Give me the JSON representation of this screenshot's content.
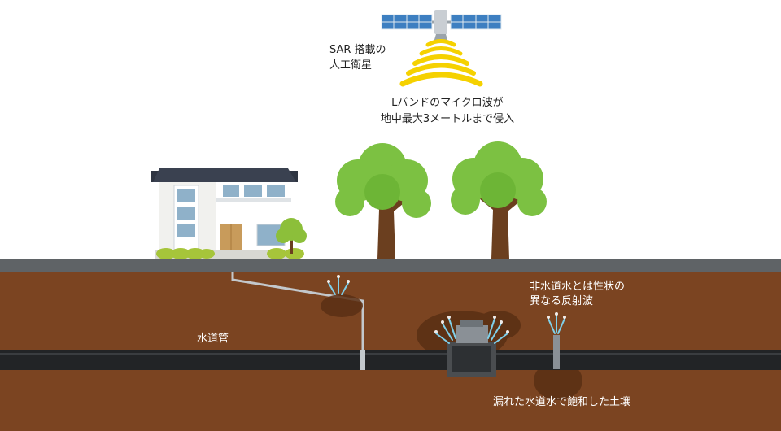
{
  "labels": {
    "satellite_line1": "SAR 搭載の",
    "satellite_line2": "人工衛星",
    "microwave_line1": "Lバンドのマイクロ波が",
    "microwave_line2": "地中最大3メートルまで侵入",
    "non_water_line1": "非水道水とは性状の",
    "non_water_line2": "異なる反射波",
    "water_pipe": "水道管",
    "saturated_soil": "漏れた水道水で飽和した土壌"
  },
  "colors": {
    "soil": "#7b4421",
    "soil_dark": "#5a2f14",
    "road": "#5f6366",
    "pipe": "#222426",
    "wave": "#f5d100",
    "tree_leaf": "#7cc142",
    "tree_trunk": "#6b3f1f",
    "water": "#7fd0ea"
  }
}
